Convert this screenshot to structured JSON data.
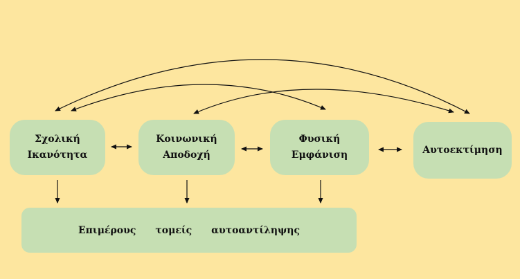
{
  "nodes": {
    "school": {
      "line1": "Σχολική",
      "line2": "Ικανότητα"
    },
    "social": {
      "line1": "Κοινωνική",
      "line2": "Αποδοχή"
    },
    "physical": {
      "line1": "Φυσική",
      "line2": "Εμφάνιση"
    },
    "esteem": {
      "label": "Αυτοεκτίμηση"
    }
  },
  "bottom_bar": {
    "words": [
      "Επιμέρους",
      "τομείς",
      "αυτοαντίληψης"
    ]
  },
  "colors": {
    "background": "#fde69f",
    "node_fill": "#c6dfb3",
    "arrow": "#111111"
  }
}
